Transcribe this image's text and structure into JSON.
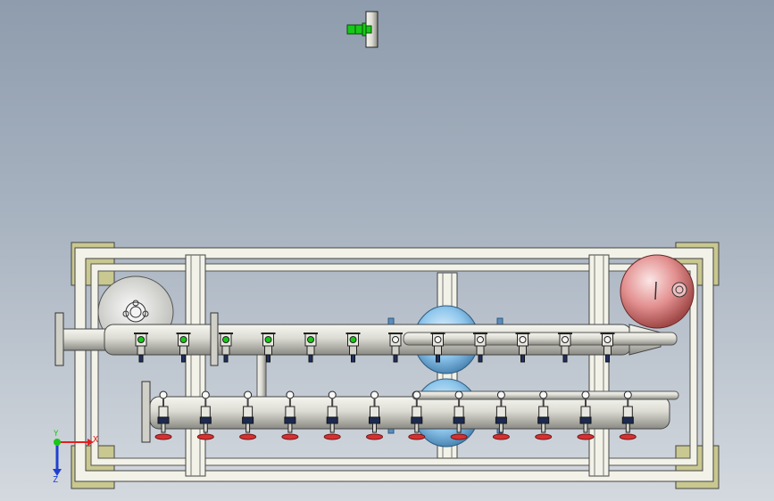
{
  "viewport": {
    "background_top": "#8e9cad",
    "background_bottom": "#d4d9df"
  },
  "triad": {
    "x_label": "X",
    "y_label": "Y",
    "z_label": "Z",
    "x_color": "#e02020",
    "y_color": "#18c818",
    "z_color": "#2040d0"
  },
  "model": {
    "frame_color": "#f2f2e8",
    "corner_plate_color": "#c9c890",
    "pipe_color": "#d8d8d0",
    "vessel_color": "#8ec6ec",
    "tank_color": "#e39090",
    "valve_highlight": "#18c818",
    "pad_color": "#d83030",
    "upper_header_valves": 12,
    "lower_header_valves": 12,
    "highlighted_valves": 6
  },
  "orientation_indicator": {
    "icon": "view-orientation-icon",
    "color": "#18c818"
  }
}
